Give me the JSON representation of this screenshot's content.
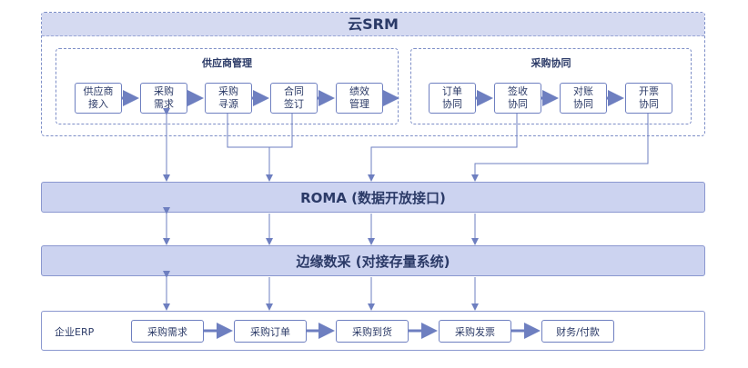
{
  "title": "云SRM",
  "groups": {
    "supplier": "供应商管理",
    "procurement": "采购协同"
  },
  "supplier_nodes": [
    {
      "line1": "供应商",
      "line2": "接入"
    },
    {
      "line1": "采购",
      "line2": "需求"
    },
    {
      "line1": "采购",
      "line2": "寻源"
    },
    {
      "line1": "合同",
      "line2": "签订"
    },
    {
      "line1": "绩效",
      "line2": "管理"
    }
  ],
  "procurement_nodes": [
    {
      "line1": "订单",
      "line2": "协同"
    },
    {
      "line1": "签收",
      "line2": "协同"
    },
    {
      "line1": "对账",
      "line2": "协同"
    },
    {
      "line1": "开票",
      "line2": "协同"
    }
  ],
  "roma": "ROMA (数据开放接口)",
  "edge": "边缘数采 (对接存量系统)",
  "erp": {
    "label": "企业ERP",
    "nodes": [
      "采购需求",
      "采购订单",
      "采购到货",
      "采购发票",
      "财务/付款"
    ]
  },
  "colors": {
    "accent": "#6e7fc0",
    "band": "#ccd3f0",
    "header": "#d5daf1",
    "text": "#2b3a67"
  }
}
